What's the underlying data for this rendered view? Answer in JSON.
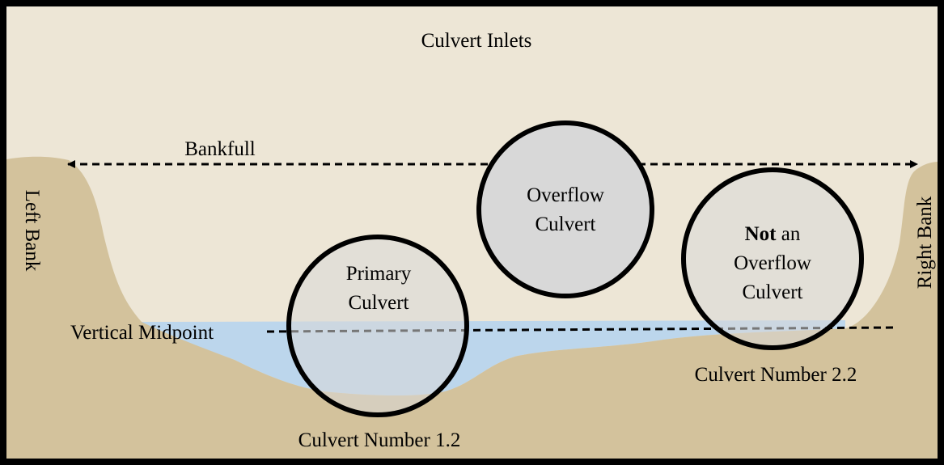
{
  "title": "Culvert Inlets",
  "bankfull_label": "Bankfull",
  "left_bank_label": "Left Bank",
  "right_bank_label": "Right Bank",
  "vertical_midpoint_label": "Vertical Midpoint",
  "primary_culvert": {
    "line1": "Primary",
    "line2": "Culvert",
    "number_label": "Culvert Number 1.2"
  },
  "overflow_culvert": {
    "line1": "Overflow",
    "line2": "Culvert"
  },
  "not_overflow_culvert": {
    "line1_bold": "Not",
    "line1_rest": " an",
    "line2": "Overflow",
    "line3": "Culvert",
    "number_label": "Culvert Number 2.2"
  },
  "colors": {
    "background": "#ede6d6",
    "bank": "#d3c29c",
    "water": "#bcd6ec",
    "culvert_fill": "#d8d8d8",
    "border": "#000000"
  }
}
